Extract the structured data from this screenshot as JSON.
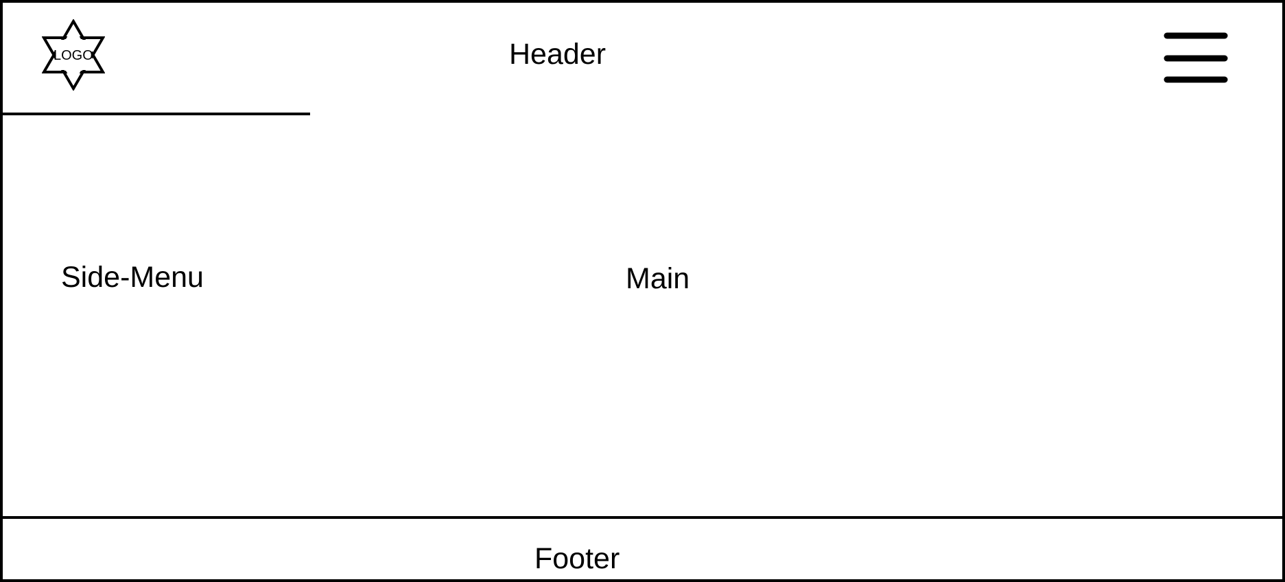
{
  "header": {
    "title": "Header",
    "logo_text": "LOGO",
    "logo_icon": "star-of-david-icon",
    "menu_icon": "hamburger-menu-icon"
  },
  "side_menu": {
    "title": "Side-Menu"
  },
  "main": {
    "title": "Main"
  },
  "footer": {
    "title": "Footer"
  },
  "colors": {
    "stroke": "#000000",
    "background": "#ffffff"
  }
}
